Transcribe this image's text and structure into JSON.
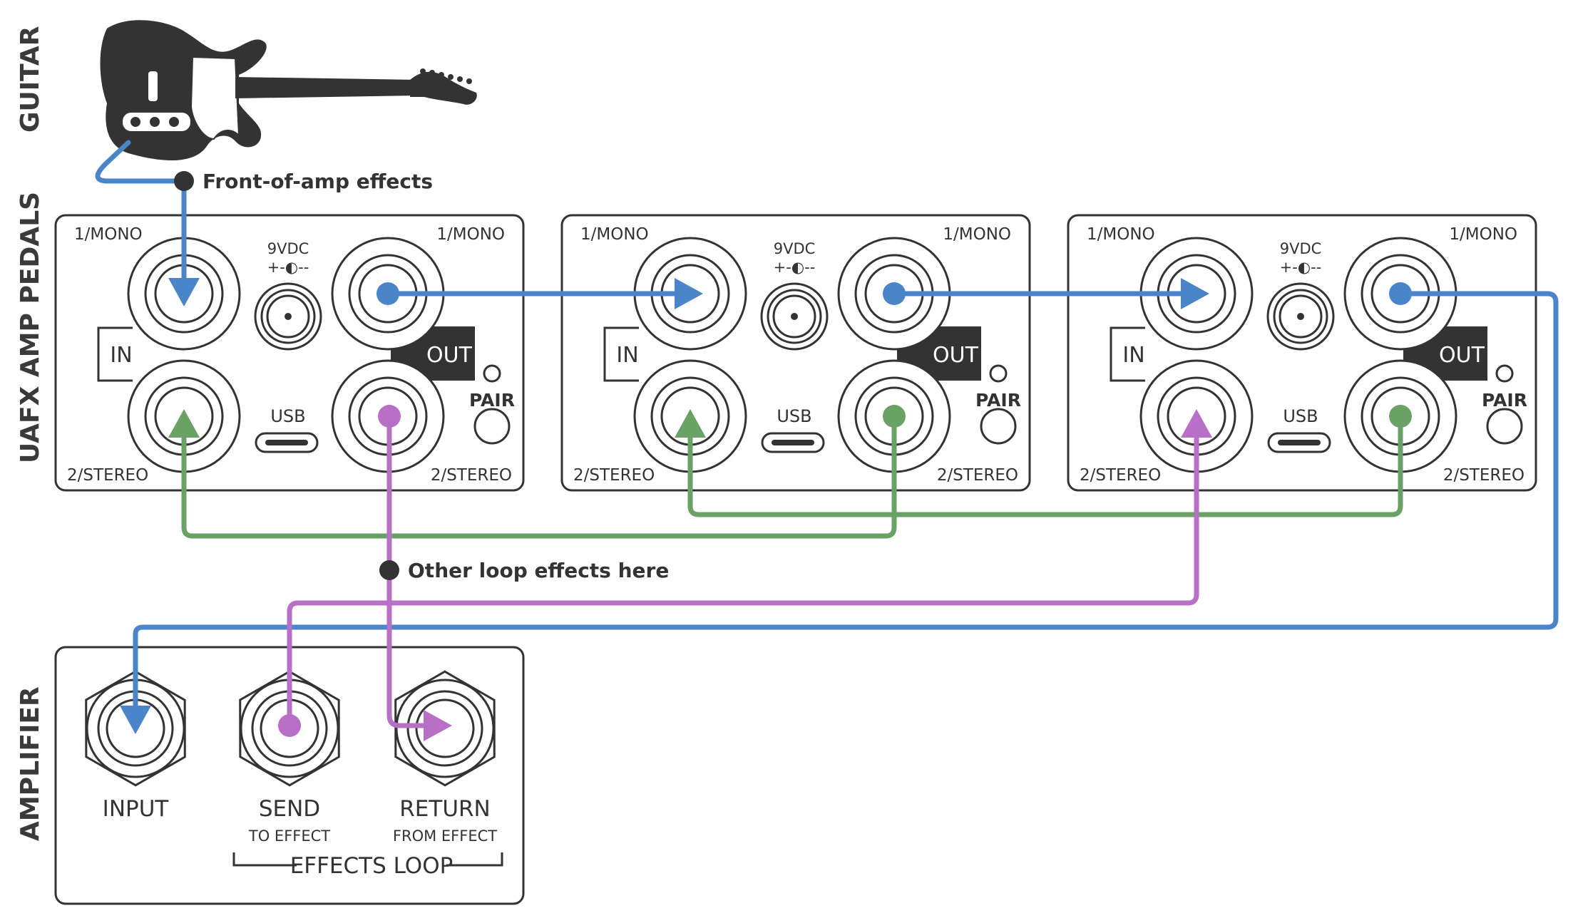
{
  "side_labels": {
    "guitar": "GUITAR",
    "pedals": "UAFX AMP PEDALS",
    "amplifier": "AMPLIFIER"
  },
  "annotations": {
    "front_of_amp": "Front-of-amp effects",
    "other_loop": "Other loop effects here"
  },
  "pedal": {
    "in_top_label": "1/MONO",
    "out_top_label": "1/MONO",
    "in_bottom_label": "2/STEREO",
    "out_bottom_label": "2/STEREO",
    "power_label": "9VDC",
    "power_symbol": "+-◐--",
    "usb_label": "USB",
    "in_label": "IN",
    "out_label": "OUT",
    "pair_label": "PAIR"
  },
  "amplifier": {
    "input_label": "INPUT",
    "send_label": "SEND",
    "send_sub": "TO EFFECT",
    "return_label": "RETURN",
    "return_sub": "FROM EFFECT",
    "loop_label": "EFFECTS LOOP"
  },
  "colors": {
    "mono_cable": "#4a84c9",
    "stereo_cable": "#6aa265",
    "loop_cable": "#b86fc6",
    "ink": "#333333"
  },
  "icons": [
    "guitar-icon",
    "jack-icon",
    "dc-jack-icon",
    "usb-c-icon",
    "pair-button-icon",
    "arrow-icon",
    "junction-dot-icon"
  ]
}
